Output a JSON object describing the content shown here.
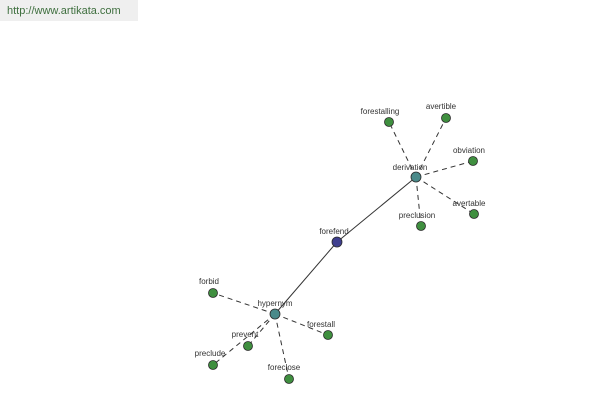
{
  "header": {
    "url": "http://www.artikata.com"
  },
  "colors": {
    "center": "#3f3f8f",
    "hub": "#4a8a8a",
    "leaf": "#3f8f3f"
  },
  "graph": {
    "center": "forefend",
    "hubs": [
      "derivation",
      "hypernym"
    ],
    "derivation_leaves": [
      "forestalling",
      "avertible",
      "obviation",
      "avertable",
      "preclusion"
    ],
    "hypernym_leaves": [
      "forbid",
      "prevent",
      "preclude",
      "foreclose",
      "forestall"
    ]
  }
}
